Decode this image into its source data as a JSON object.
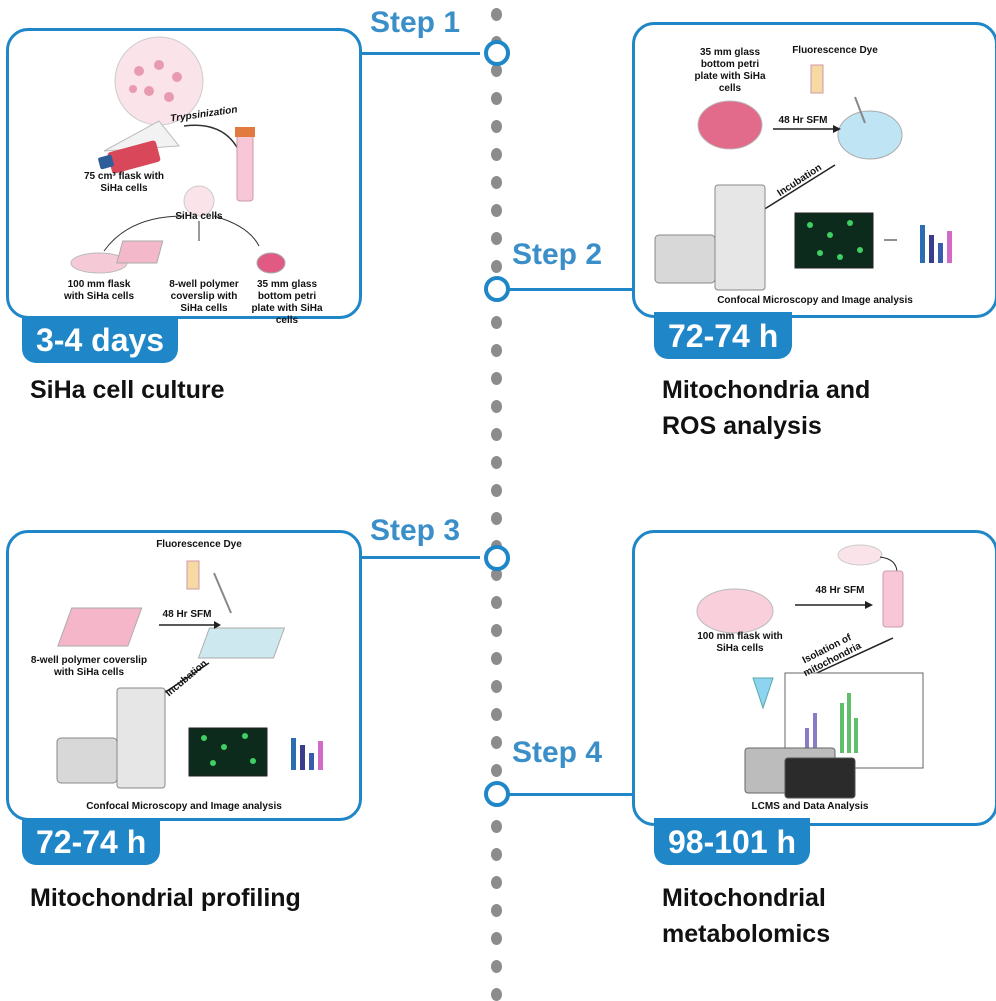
{
  "steps": [
    {
      "label": "Step 1",
      "time": "3-4 days",
      "title": "SiHa cell culture",
      "panel_texts": {
        "flask": "75 cm³ flask with SiHa cells",
        "trypsin": "Trypsinization",
        "cells": "SiHa cells",
        "a": "100 mm flask with SiHa cells",
        "b": "8-well polymer coverslip with SiHa cells",
        "c": "35 mm glass bottom petri plate with SiHa cells"
      }
    },
    {
      "label": "Step 2",
      "time": "72-74 h",
      "title_lines": [
        "Mitochondria and",
        "ROS analysis"
      ],
      "panel_texts": {
        "plate": "35 mm glass bottom petri plate with SiHa cells",
        "dye": "Fluorescence Dye",
        "sfm": "48 Hr SFM",
        "incubation": "Incubation",
        "caption": "Confocal Microscopy and Image analysis"
      }
    },
    {
      "label": "Step 3",
      "time": "72-74 h",
      "title": "Mitochondrial  profiling",
      "panel_texts": {
        "dye": "Fluorescence Dye",
        "sfm": "48 Hr SFM",
        "coverslip": "8-well polymer coverslip with SiHa cells",
        "incubation": "Incubation",
        "caption": "Confocal Microscopy and Image analysis"
      }
    },
    {
      "label": "Step 4",
      "time": "98-101 h",
      "title_lines": [
        "Mitochondrial",
        "metabolomics"
      ],
      "panel_texts": {
        "sfm": "48 Hr SFM",
        "flask": "100 mm flask with SiHa cells",
        "isolation": "Isolation of mitochondria",
        "caption": "LCMS and Data Analysis"
      }
    }
  ],
  "colors": {
    "accent": "#1f86c8",
    "timeline": "#8c8c8c"
  }
}
